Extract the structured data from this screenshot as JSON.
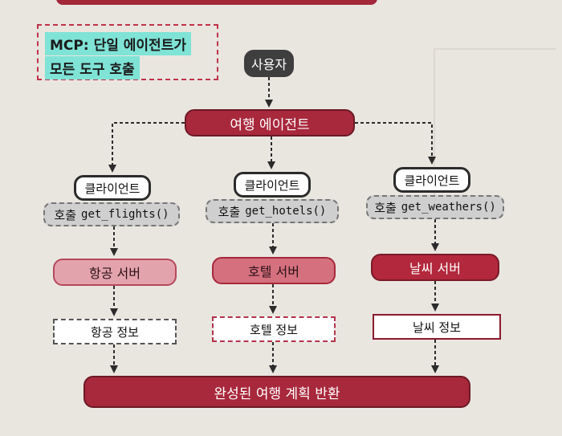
{
  "callout": {
    "line1": "MCP: 단일 에이전트가",
    "line2": "모든 도구 호출"
  },
  "user_label": "사용자",
  "agent_label": "여행 에이전트",
  "columns": [
    {
      "client": "클라이언트",
      "call_prefix": "호출",
      "call_fn": "get_flights()",
      "server": "항공 서버",
      "info": "항공 정보"
    },
    {
      "client": "클라이언트",
      "call_prefix": "호출",
      "call_fn": "get_hotels()",
      "server": "호텔 서버",
      "info": "호텔 정보"
    },
    {
      "client": "클라이언트",
      "call_prefix": "호출",
      "call_fn": "get_weathers()",
      "server": "날씨 서버",
      "info": "날씨 정보"
    }
  ],
  "result_label": "완성된 여행 계획 반환",
  "colors": {
    "accent": "#a8283c",
    "callout_highlight": "#7fe3d6",
    "user_pill": "#3e3e3e"
  }
}
